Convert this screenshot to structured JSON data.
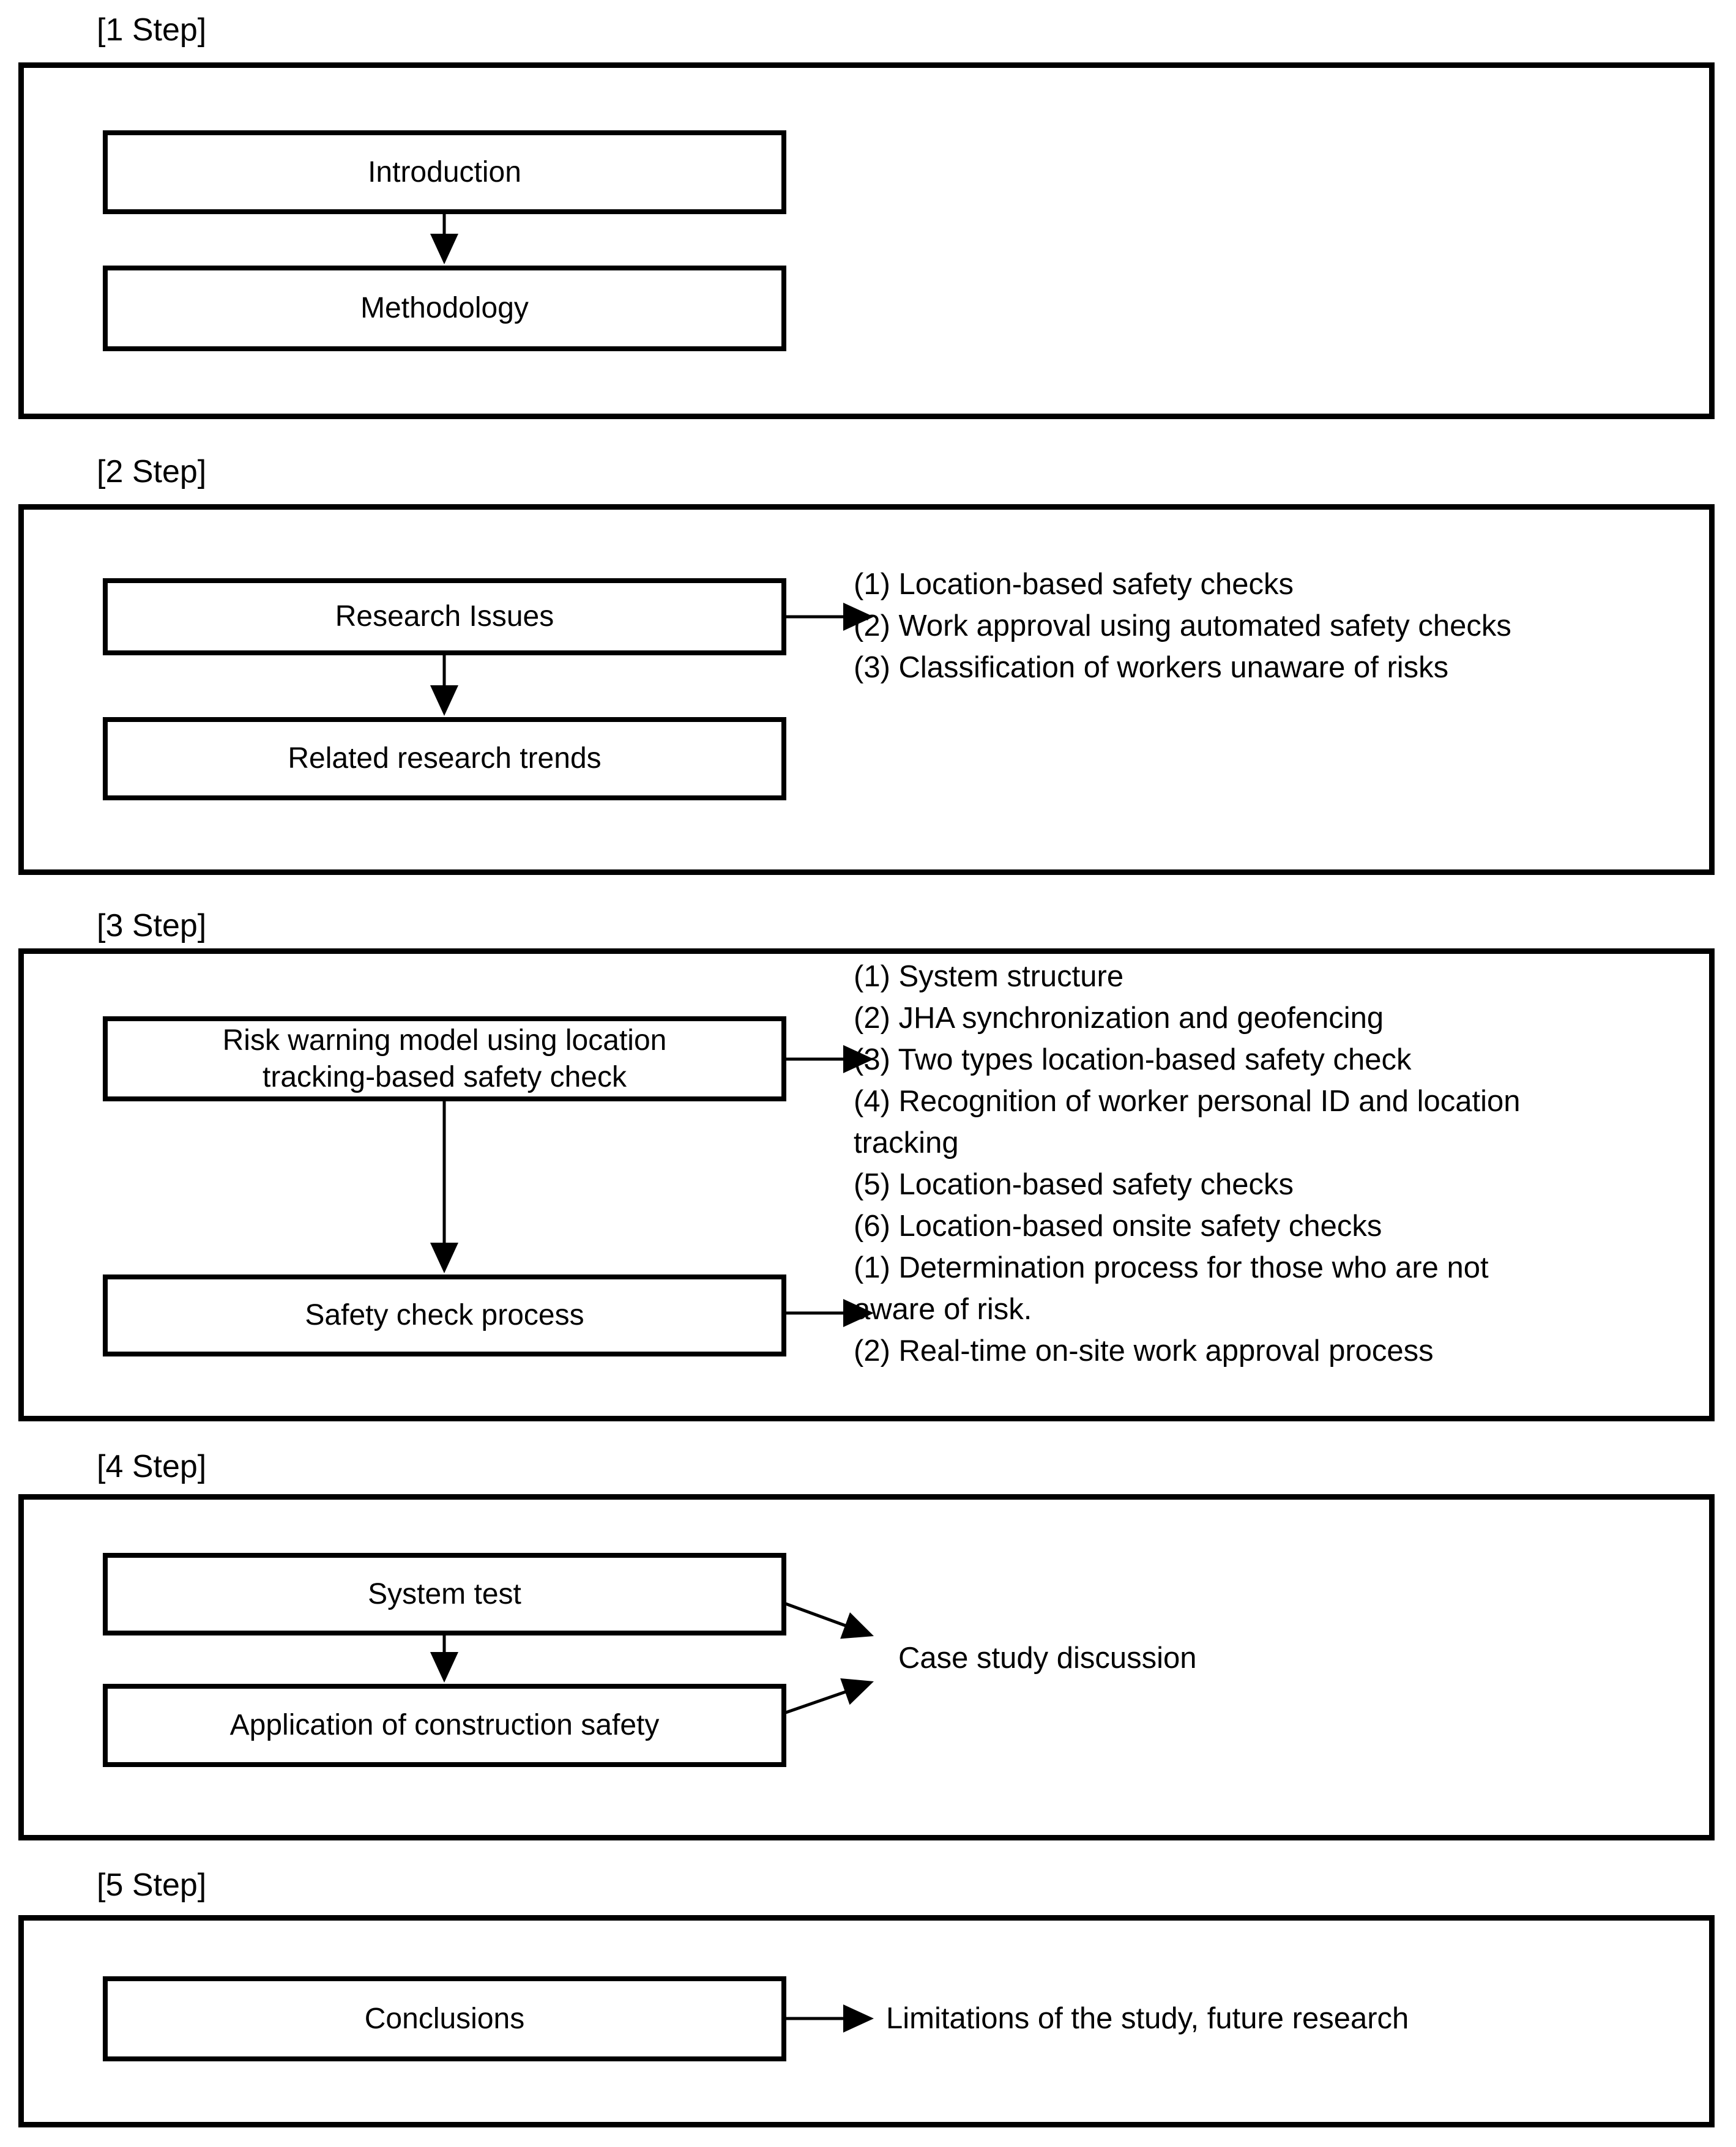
{
  "colors": {
    "background": "#ffffff",
    "line": "#000000",
    "text": "#000000"
  },
  "steps": [
    {
      "label": "[1 Step]",
      "boxes": [
        "Introduction",
        "Methodology"
      ]
    },
    {
      "label": "[2 Step]",
      "boxes": [
        "Research Issues",
        "Related research trends"
      ],
      "notes": [
        "(1) Location-based safety checks",
        "(2) Work approval using automated safety checks",
        "(3) Classification of workers unaware of risks"
      ]
    },
    {
      "label": "[3 Step]",
      "boxes": [
        "Risk warning model using location\ntracking-based safety check",
        "Safety check process"
      ],
      "notes_model": [
        "(1) System structure",
        "(2) JHA synchronization and geofencing",
        "(3) Two types location-based safety check",
        "(4) Recognition of worker personal ID and location\ntracking",
        "(5) Location-based safety checks",
        "(6) Location-based onsite safety checks"
      ],
      "notes_process": [
        "(1) Determination process for those who are not\naware of risk.",
        "(2) Real-time on-site work approval process"
      ]
    },
    {
      "label": "[4 Step]",
      "boxes": [
        "System test",
        "Application of construction safety"
      ],
      "note": "Case study discussion"
    },
    {
      "label": "[5 Step]",
      "boxes": [
        "Conclusions"
      ],
      "note": "Limitations of the study, future research"
    }
  ]
}
